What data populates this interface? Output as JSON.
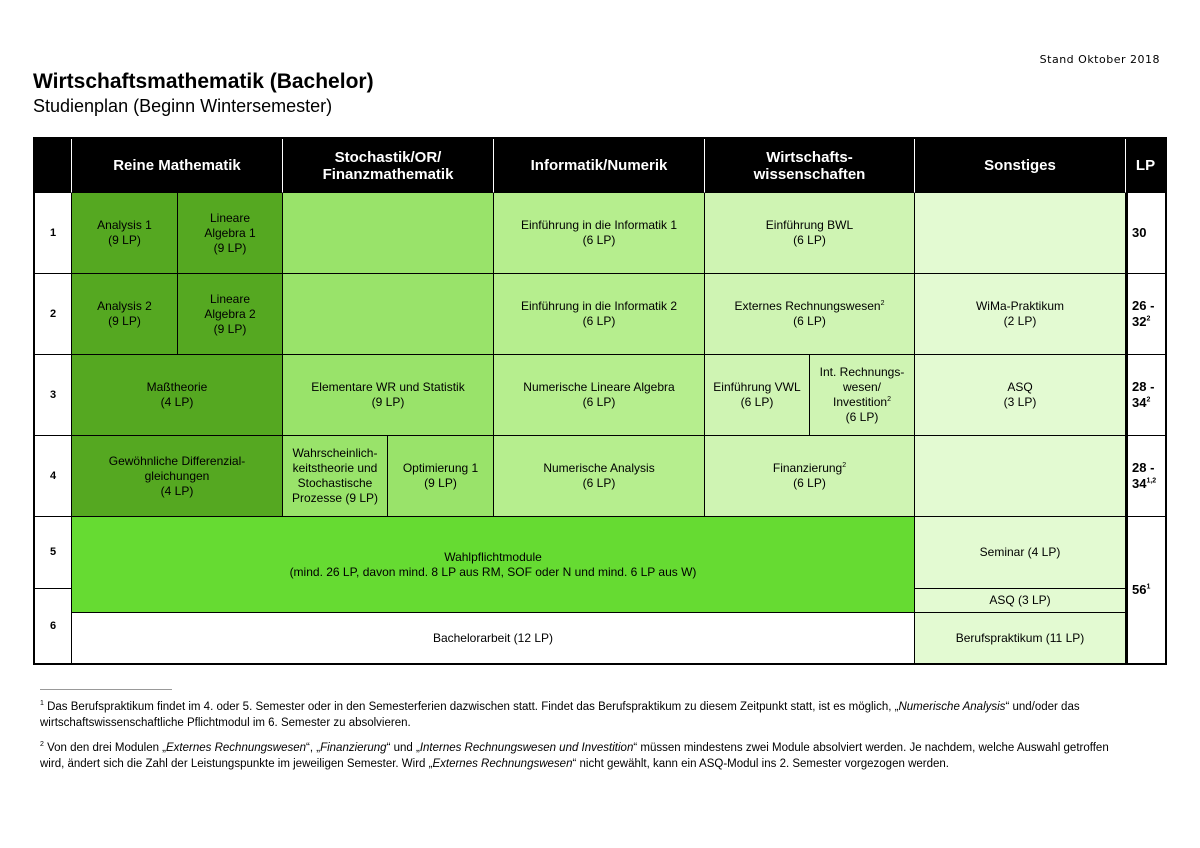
{
  "header": {
    "stand": "Stand Oktober 2018",
    "title": "Wirtschaftsmathematik (Bachelor)",
    "subtitle": "Studienplan (Beginn Wintersemester)"
  },
  "columns": {
    "rm": "Reine Mathematik",
    "sof": "Stochastik/OR/\nFinanzmathematik",
    "inf": "Informatik/Numerik",
    "wiwi": "Wirtschafts-\nwissenschaften",
    "sonst": "Sonstiges",
    "lp": "LP"
  },
  "semesters": [
    "1",
    "2",
    "3",
    "4",
    "5",
    "6"
  ],
  "cells": {
    "s1_analysis": "Analysis 1\n(9 LP)",
    "s1_la": "Lineare\nAlgebra 1\n(9 LP)",
    "s1_inf": "Einführung in die Informatik 1\n(6 LP)",
    "s1_bwl": "Einführung BWL\n(6 LP)",
    "s2_analysis": "Analysis 2\n(9 LP)",
    "s2_la": "Lineare\nAlgebra 2\n(9 LP)",
    "s2_inf": "Einführung in die Informatik 2\n(6 LP)",
    "s2_erw": "Externes Rechnungswesen",
    "s2_erw_lp": "(6 LP)",
    "s2_praktikum": "WiMa-Praktikum\n(2 LP)",
    "s3_mass": "Maßtheorie\n(4 LP)",
    "s3_wr": "Elementare WR und Statistik\n(9 LP)",
    "s3_nla": "Numerische Lineare Algebra\n(6 LP)",
    "s3_vwl": "Einführung VWL\n(6 LP)",
    "s3_irw": "Int. Rechnungs-\nwesen/\nInvestition",
    "s3_irw_lp": "(6 LP)",
    "s3_asq": "ASQ\n(3 LP)",
    "s4_dgl": "Gewöhnliche Differenzial-\ngleichungen\n(4 LP)",
    "s4_wt": "Wahrscheinlich-\nkeitstheorie und\nStochastische\nProzesse (9 LP)",
    "s4_opt": "Optimierung 1\n(9 LP)",
    "s4_na": "Numerische Analysis\n(6 LP)",
    "s4_fin": "Finanzierung",
    "s4_fin_lp": "(6 LP)",
    "wahl": "Wahlpflichtmodule\n(mind. 26 LP, davon mind. 8 LP aus RM, SOF oder N und mind. 6 LP aus W)",
    "seminar": "Seminar (4 LP)",
    "asq56": "ASQ (3 LP)",
    "ba": "Bachelorarbeit (12 LP)",
    "bp": "Berufspraktikum (11 LP)"
  },
  "lp": {
    "s1": "30",
    "s2": "26 -\n32",
    "s2_sup": "2",
    "s3": "28 -\n34",
    "s3_sup": "2",
    "s4": "28 -\n34",
    "s4_sup": "1,2",
    "s56": "56",
    "s56_sup": "1"
  },
  "sup_marks": {
    "two": "2"
  },
  "footnotes": {
    "f1_mark": "1",
    "f1_a": " Das Berufspraktikum findet im 4. oder 5. Semester oder in den Semesterferien dazwischen statt. Findet das Berufspraktikum zu diesem Zeitpunkt statt, ist es möglich, „",
    "f1_b": "Numerische Analysis",
    "f1_c": "“ und/oder das wirtschaftswissenschaftliche Pflichtmodul im 6. Semester zu absolvieren.",
    "f2_mark": "2",
    "f2_a": " Von den drei Modulen „",
    "f2_b": "Externes Rechnungswesen",
    "f2_c": "“, „",
    "f2_d": "Finanzierung",
    "f2_e": "“ und „",
    "f2_f": "Internes Rechnungswesen und Investition",
    "f2_g": "“ müssen mindestens zwei Module absolviert werden. Je nachdem, welche Auswahl getroffen wird, ändert sich die Zahl der Leistungspunkte im jeweiligen Semester. Wird „",
    "f2_h": "Externes Rechnungswesen",
    "f2_i": "“ nicht gewählt, kann ein ASQ-Modul ins 2. Semester vorgezogen werden."
  },
  "colors": {
    "rm": "#55a821",
    "sof": "#99e36a",
    "inf": "#b6ee8e",
    "wiwi": "#cff4b3",
    "sonst": "#e3fad2",
    "wahl": "#66db32"
  }
}
